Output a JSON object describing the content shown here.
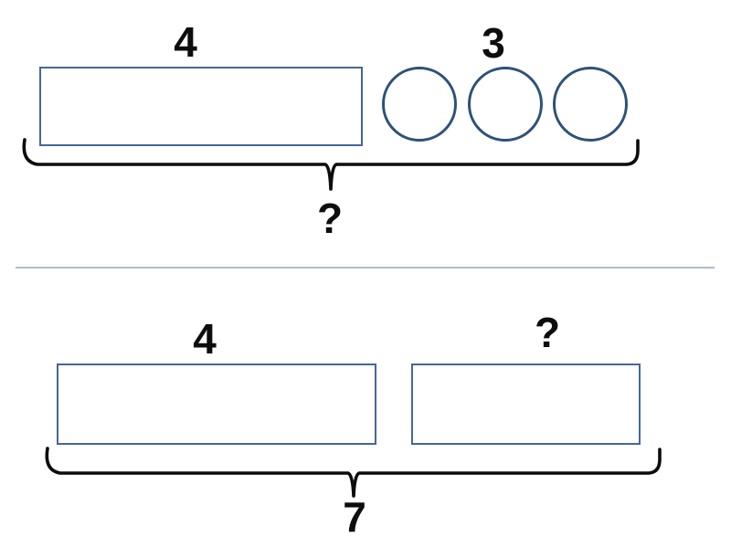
{
  "colors": {
    "background": "#ffffff",
    "rectangle_border": "#44679b",
    "circle_border": "#2e5278",
    "brace_stroke": "#0d0d0d",
    "divider": "#aebdcb",
    "label_text": "#0d0d0d"
  },
  "top_model": {
    "bar_label": "4",
    "circles_label": "3",
    "circle_count": 3,
    "whole_label": "?"
  },
  "bottom_model": {
    "bar1_label": "4",
    "bar2_label": "?",
    "whole_label": "7"
  }
}
